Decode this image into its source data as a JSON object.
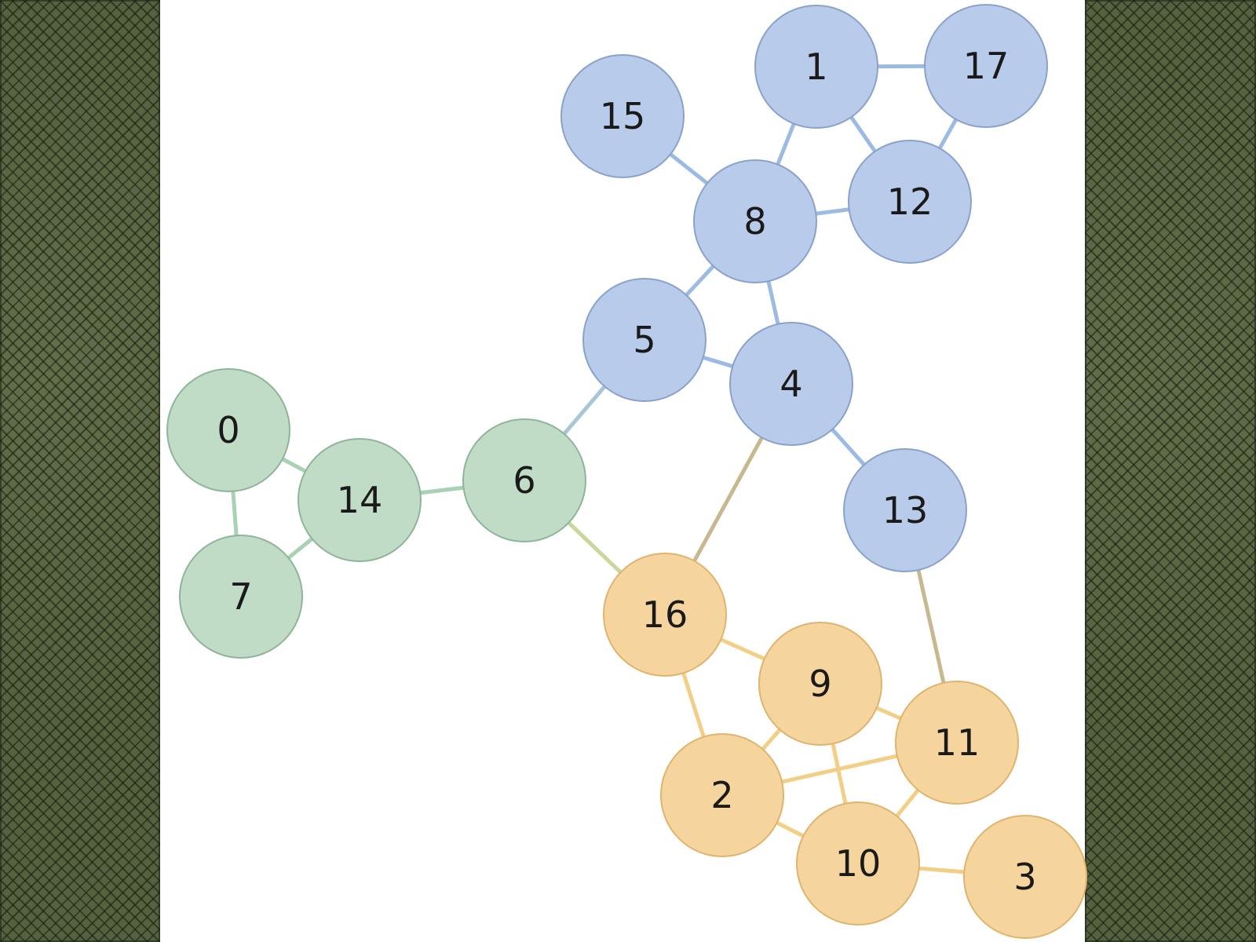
{
  "palette": {
    "green": {
      "fill": "#c0dcc7",
      "stroke": "#8fb49a",
      "edge": "#a9d2b4"
    },
    "blue": {
      "fill": "#b9cbea",
      "stroke": "#8aa2c9",
      "edge": "#9cbbe4"
    },
    "orange": {
      "fill": "#f6d49e",
      "stroke": "#dfb46e",
      "edge": "#f3cf86"
    },
    "mixed_edge": "#c8b890",
    "blue_green_edge": "#a9c6d6",
    "green_orange_edge": "#cad79a",
    "border": "#55613f"
  },
  "nodes": [
    {
      "id": "0",
      "group": "green"
    },
    {
      "id": "7",
      "group": "green"
    },
    {
      "id": "14",
      "group": "green"
    },
    {
      "id": "6",
      "group": "green"
    },
    {
      "id": "15",
      "group": "blue"
    },
    {
      "id": "1",
      "group": "blue"
    },
    {
      "id": "17",
      "group": "blue"
    },
    {
      "id": "8",
      "group": "blue"
    },
    {
      "id": "12",
      "group": "blue"
    },
    {
      "id": "5",
      "group": "blue"
    },
    {
      "id": "4",
      "group": "blue"
    },
    {
      "id": "13",
      "group": "blue"
    },
    {
      "id": "16",
      "group": "orange"
    },
    {
      "id": "9",
      "group": "orange"
    },
    {
      "id": "11",
      "group": "orange"
    },
    {
      "id": "2",
      "group": "orange"
    },
    {
      "id": "10",
      "group": "orange"
    },
    {
      "id": "3",
      "group": "orange"
    }
  ],
  "edges": [
    [
      "0",
      "14"
    ],
    [
      "0",
      "7"
    ],
    [
      "7",
      "14"
    ],
    [
      "14",
      "6"
    ],
    [
      "6",
      "5"
    ],
    [
      "6",
      "16"
    ],
    [
      "15",
      "8"
    ],
    [
      "1",
      "8"
    ],
    [
      "1",
      "17"
    ],
    [
      "1",
      "12"
    ],
    [
      "17",
      "12"
    ],
    [
      "8",
      "12"
    ],
    [
      "8",
      "5"
    ],
    [
      "8",
      "4"
    ],
    [
      "5",
      "4"
    ],
    [
      "4",
      "13"
    ],
    [
      "4",
      "16"
    ],
    [
      "13",
      "11"
    ],
    [
      "16",
      "9"
    ],
    [
      "16",
      "2"
    ],
    [
      "9",
      "2"
    ],
    [
      "9",
      "11"
    ],
    [
      "9",
      "10"
    ],
    [
      "2",
      "11"
    ],
    [
      "2",
      "10"
    ],
    [
      "11",
      "10"
    ],
    [
      "10",
      "3"
    ]
  ]
}
